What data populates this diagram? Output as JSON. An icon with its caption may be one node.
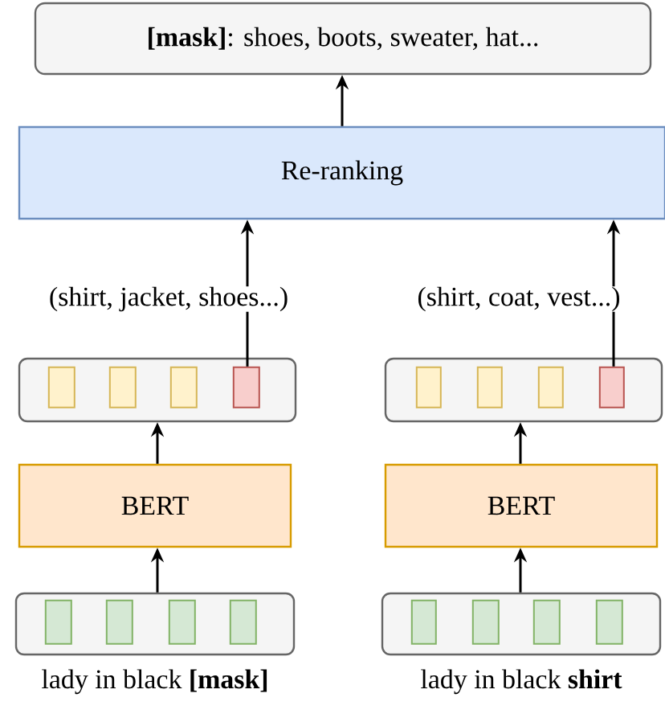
{
  "diagram": {
    "nodes": [
      {
        "text": [
          "**[mask]**: shoes, boots, sweater, hat..."
        ]
      },
      {
        "text": [
          "Re-ranking"
        ]
      },
      {
        "text": [
          "(shirt, jacket, shoes...)"
        ]
      },
      {
        "text": [
          "(shirt, coat, vest...)"
        ]
      },
      {
        "text": [],
        "shape": "box"
      },
      {
        "text": [],
        "shape": "box",
        "in": 4
      },
      {
        "text": [],
        "shape": "box",
        "in": 4
      },
      {
        "text": [],
        "shape": "box",
        "in": 4
      },
      {
        "text": [],
        "shape": "box",
        "in": 4
      },
      {
        "text": [],
        "shape": "box"
      },
      {
        "text": [],
        "shape": "box",
        "in": 9
      },
      {
        "text": [],
        "shape": "box",
        "in": 9
      },
      {
        "text": [],
        "shape": "box",
        "in": 9
      },
      {
        "text": [],
        "shape": "box",
        "in": 9
      },
      {
        "text": [
          "BERT"
        ]
      },
      {
        "text": [
          "BERT"
        ]
      },
      {
        "text": [],
        "shape": "box",
        "beside": [
          "lady in black **[mask]**"
        ]
      },
      {
        "text": [],
        "shape": "box",
        "in": 16
      },
      {
        "text": [],
        "shape": "box",
        "in": 16
      },
      {
        "text": [],
        "shape": "box",
        "in": 16
      },
      {
        "text": [],
        "shape": "box",
        "in": 16
      },
      {
        "text": [],
        "shape": "box",
        "beside": [
          "lady in black **shirt**"
        ]
      },
      {
        "text": [],
        "shape": "box",
        "in": 21
      },
      {
        "text": [],
        "shape": "box",
        "in": 21
      },
      {
        "text": [],
        "shape": "box",
        "in": 21
      },
      {
        "text": [],
        "shape": "box",
        "in": 21
      }
    ],
    "edges": [
      {
        "from": 1,
        "to": 0,
        "arrow": "to"
      },
      {
        "from": 2,
        "to": 1,
        "arrow": "to"
      },
      {
        "from": 3,
        "to": 1,
        "arrow": "to"
      },
      {
        "from": 8,
        "to": 2,
        "arrow": "none"
      },
      {
        "from": 13,
        "to": 3,
        "arrow": "none"
      },
      {
        "from": 16,
        "to": 14,
        "arrow": "to"
      },
      {
        "from": 14,
        "to": 4,
        "arrow": "to"
      },
      {
        "from": 21,
        "to": 15,
        "arrow": "to"
      },
      {
        "from": 15,
        "to": 9,
        "arrow": "to"
      }
    ]
  }
}
